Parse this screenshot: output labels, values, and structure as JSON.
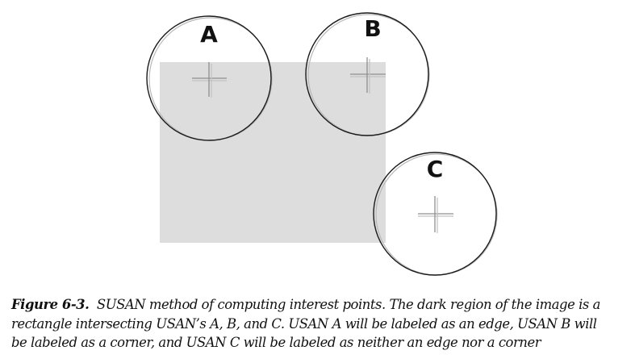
{
  "figure": {
    "labels": {
      "a": "A",
      "b": "B",
      "c": "C"
    },
    "colors": {
      "region": "#dcdddc",
      "circle": "#1a1a1a",
      "circle_shadow": "#b8b8b8",
      "crosshair": "#8f8f8f"
    }
  },
  "caption": {
    "lead": "Figure 6-3.",
    "line1_rest": "SUSAN method of computing interest points. The dark region of the image is a",
    "line2": "rectangle intersecting USAN’s A, B, and C. USAN A will be labeled as an edge, USAN B will",
    "line3": "be labeled as a corner, and USAN C will be labeled as neither an edge nor a corner"
  }
}
